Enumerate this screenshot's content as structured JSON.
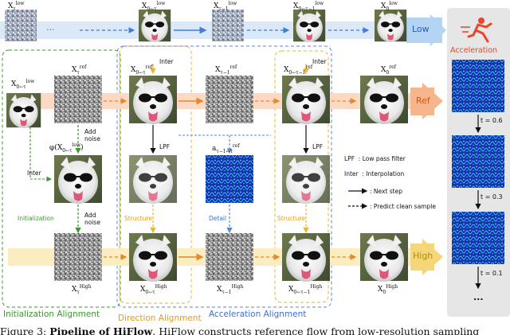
{
  "top_row": {
    "labels": [
      "X_τ^low",
      "X_{τ−1}^low",
      "X_0^low"
    ],
    "label_parts": [
      {
        "base": "X",
        "sub": "τ",
        "sup": "low"
      },
      {
        "base": "X",
        "sub": "0←τ",
        "sup": "low"
      },
      {
        "base": "X",
        "sub": "τ−1",
        "sup": "low"
      },
      {
        "base": "X",
        "sub": "0←τ−1",
        "sup": "low"
      },
      {
        "base": "X",
        "sub": "0",
        "sup": "low"
      }
    ],
    "ellipsis": "···",
    "tag": "Low"
  },
  "ref_row": {
    "label_parts": [
      {
        "base": "X",
        "sub": "0←τ",
        "sup": "low"
      },
      {
        "base": "X",
        "sub": "τ",
        "sup": "ref"
      },
      {
        "base": "X",
        "sub": "0←τ",
        "sup": "ref"
      },
      {
        "base": "X",
        "sub": "τ−1",
        "sup": "ref"
      },
      {
        "base": "X",
        "sub": "0←τ−1",
        "sup": "ref"
      },
      {
        "base": "X",
        "sub": "0",
        "sup": "ref"
      }
    ],
    "tag": "Ref"
  },
  "high_row": {
    "label_parts": [
      {
        "base": "X",
        "sub": "τ",
        "sup": "High"
      },
      {
        "base": "X",
        "sub": "0←τ",
        "sup": "High"
      },
      {
        "base": "X",
        "sub": "τ−1",
        "sup": "High"
      },
      {
        "base": "X",
        "sub": "0←τ−1",
        "sup": "High"
      },
      {
        "base": "X",
        "sub": "0",
        "sup": "High"
      }
    ],
    "tag": "High"
  },
  "phi_label": {
    "base": "φ(X",
    "sub": "0←τ",
    "sup": "low",
    "close": ")"
  },
  "accel_label": {
    "base": "a",
    "sub": "τ−1←τ",
    "sup": "ref"
  },
  "annotations": {
    "add_noise_1": "Add\nnoise",
    "add_noise_2": "Add\nnoise",
    "inter_left": "Inter",
    "inter_1": "Inter",
    "inter_2": "Inter",
    "lpf_1": "LPF",
    "lpf_2": "LPF",
    "initialization": "Initialization",
    "structure_1": "Structure",
    "structure_2": "Structure",
    "detail": "Detail"
  },
  "legend": {
    "lpf_key": "LPF",
    "lpf_text": ": Low pass filter",
    "inter_key": "Inter",
    "inter_text": ": Interpolation",
    "next_step": ": Next step",
    "predict": ": Predict clean sample"
  },
  "accel_panel": {
    "title": "Acceleration",
    "t_values": [
      "t = 0.6",
      "t = 0.3",
      "t = 0.1"
    ],
    "ellipsis": "..."
  },
  "sections": {
    "initialization": "Initialization Alignment",
    "direction": "Direction Alignment",
    "acceleration": "Acceleration Alignment"
  },
  "caption": {
    "prefix": "Figure 3: ",
    "bold": "Pipeline of HiFlow",
    "rest": ". HiFlow constructs reference flow from low-resolution sampling"
  },
  "colors": {
    "low_arrow": "#4a8fe0",
    "ref_arrow": "#f08a4b",
    "high_arrow": "#f2c23e",
    "green": "#3a9a2a",
    "orange": "#e8a531",
    "blue": "#5a86d8",
    "panel_bg": "#e6e6e6"
  }
}
